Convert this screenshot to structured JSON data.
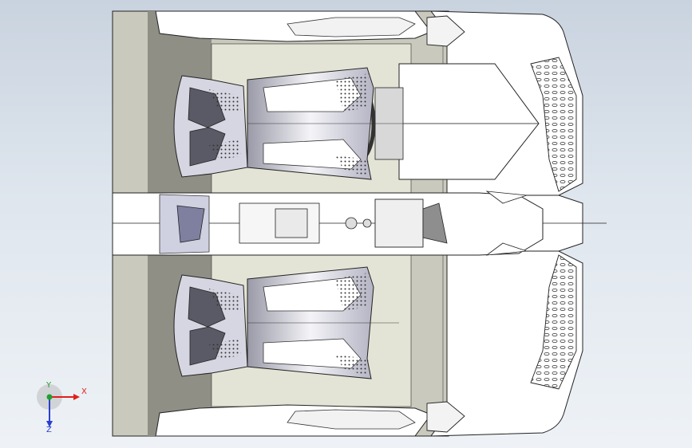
{
  "viewport": {
    "background_top": "#c9d3df",
    "background_bottom": "#eef2f6"
  },
  "colors": {
    "floor_panel": "#c9c9bd",
    "floor_dark": "#8f8f86",
    "body_white": "#ffffff",
    "edge_line": "#222222",
    "seat_shade": "#b8b8c8",
    "seat_dark": "#5a5a66"
  },
  "triad": {
    "x_label": "X",
    "y_label": "Y",
    "z_label": "Z",
    "x_color": "#e0201a",
    "y_color": "#1fa02c",
    "z_color": "#2a3fd0"
  },
  "icons": [
    "coordinate-triad-icon"
  ]
}
